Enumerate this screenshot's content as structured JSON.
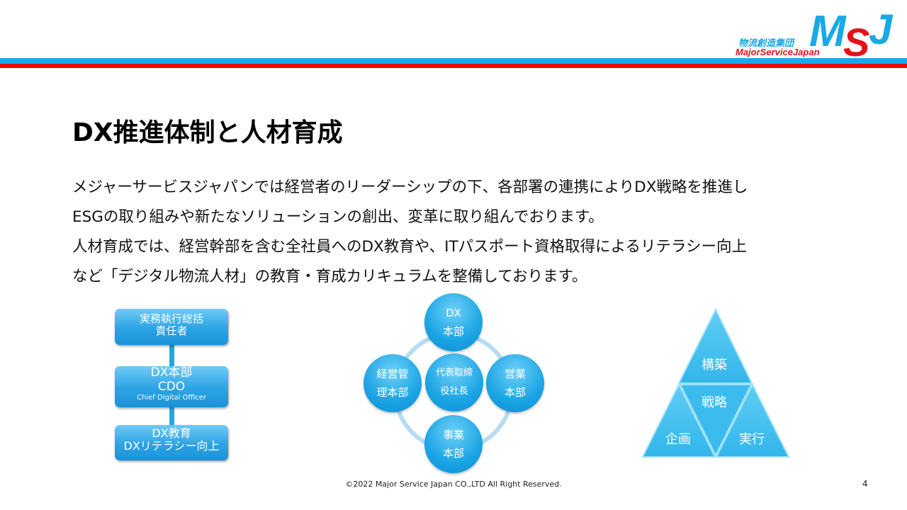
{
  "logo": {
    "jp": "物流創造集団",
    "en": "MajorServiceJapan",
    "letters": [
      "M",
      "S",
      "J"
    ]
  },
  "title": "DX推進体制と人材育成",
  "body_lines": [
    "メジャーサービスジャパンでは経営者のリーダーシップの下、各部署の連携によりDX戦略を推進し",
    "ESGの取り組みや新たなソリューションの創出、変革に取り組んでおります。",
    "人材育成では、経営幹部を含む全社員へのDX教育や、ITパスポート資格取得によるリテラシー向上",
    "など「デジタル物流人材」の教育・育成カリキュラムを整備しております。"
  ],
  "org_chart": [
    {
      "line1": "実務執行総括",
      "line2": "責任者"
    },
    {
      "line1": "DX本部",
      "line2": "CDO",
      "line3": "Chief Digital Officer"
    },
    {
      "line1": "DX教育",
      "line2": "DXリテラシー向上"
    }
  ],
  "circles": {
    "top": {
      "line1": "DX",
      "line2": "本部"
    },
    "left": {
      "line1": "経営管",
      "line2": "理本部"
    },
    "center": {
      "line1": "代表取締",
      "line2": "役社長"
    },
    "right": {
      "line1": "営業",
      "line2": "本部"
    },
    "bottom": {
      "line1": "事業",
      "line2": "本部"
    }
  },
  "triangle": {
    "top": "構築",
    "center": "戦略",
    "left": "企画",
    "right": "実行"
  },
  "footer": "©2022 Major Service Japan CO.,LTD All Right Reserved.",
  "page_number": "4",
  "colors": {
    "blue": "#1aa9e6",
    "red": "#f20000"
  }
}
